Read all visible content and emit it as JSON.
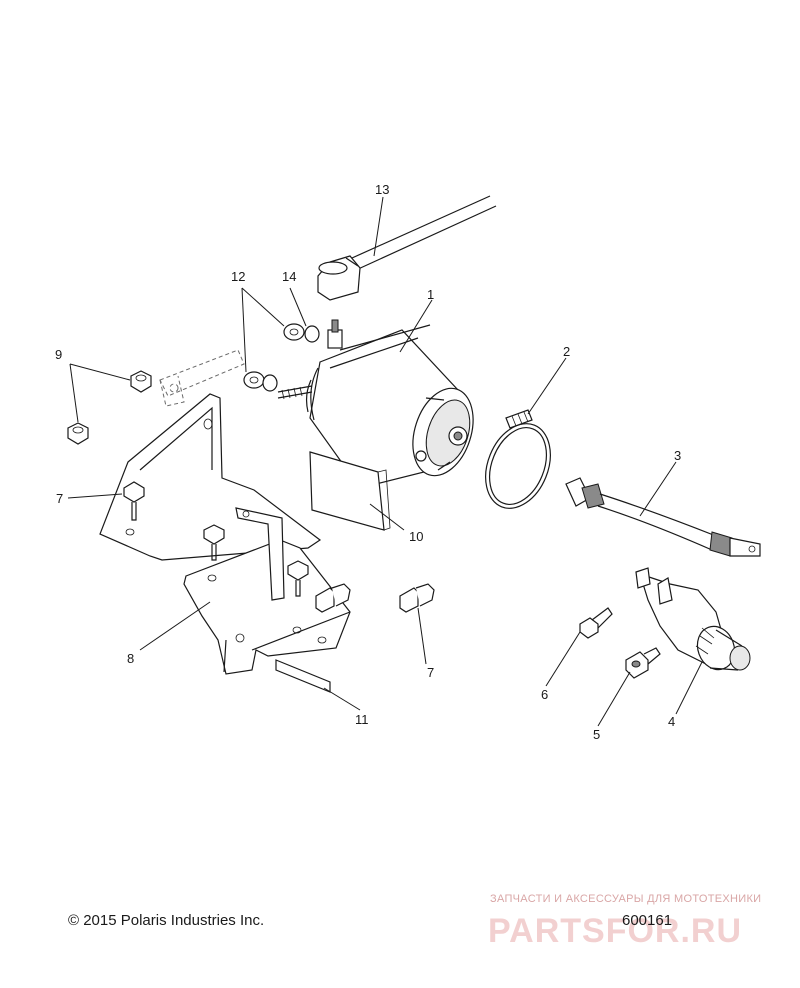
{
  "callouts": {
    "c1": "1",
    "c2": "2",
    "c3": "3",
    "c4": "4",
    "c5": "5",
    "c6": "6",
    "c7a": "7",
    "c7b": "7",
    "c8": "8",
    "c9": "9",
    "c10": "10",
    "c11": "11",
    "c12": "12",
    "c13": "13",
    "c14": "14"
  },
  "footer": {
    "copyright": "© 2015 Polaris Industries Inc.",
    "figure_number": "600161"
  },
  "watermark": {
    "tagline": "ЗАПЧАСТИ И АКСЕССУАРЫ ДЛЯ МОТОТЕХНИКИ",
    "logo": "PARTSFOR.RU",
    "color": "#e8b4b4"
  }
}
